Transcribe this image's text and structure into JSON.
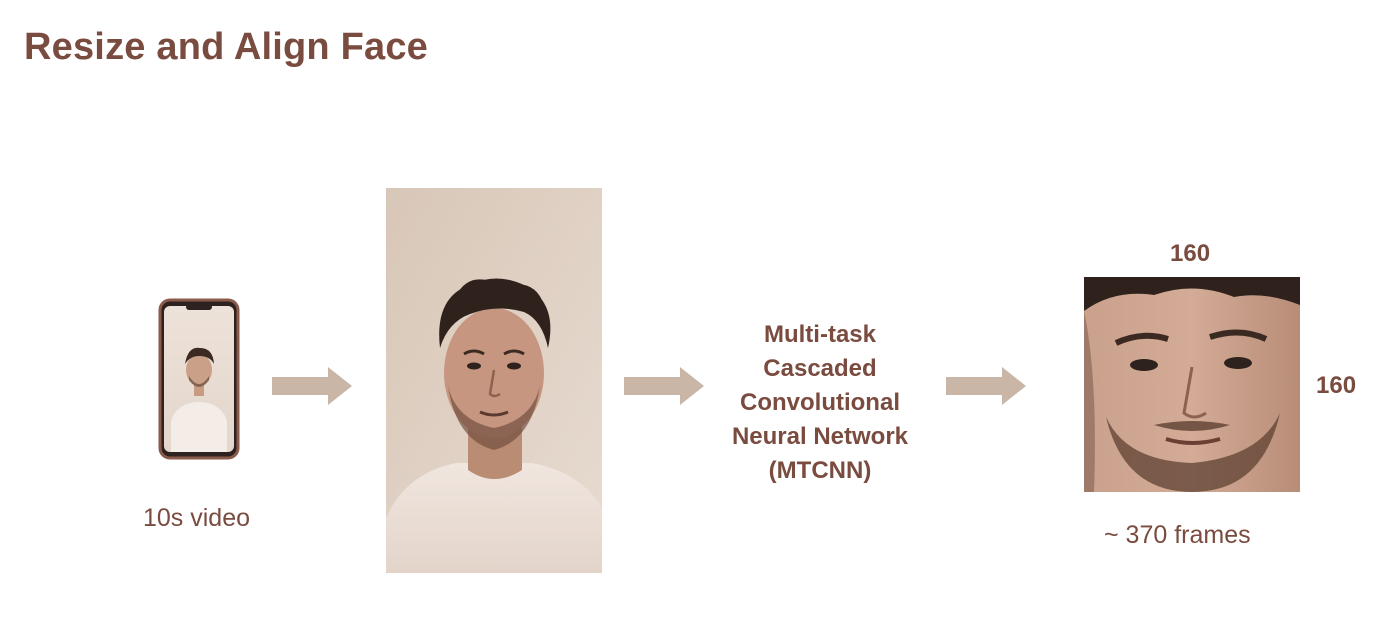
{
  "slide": {
    "title": "Resize and Align Face"
  },
  "phone": {
    "caption": "10s video"
  },
  "detector": {
    "lines": [
      "Multi-task",
      "Cascaded",
      "Convolutional",
      "Neural Network",
      "(MTCNN)"
    ]
  },
  "output": {
    "width_label": "160",
    "height_label": "160",
    "caption": "~ 370 frames"
  },
  "colors": {
    "text": "#7a4b3f",
    "arrow": "#c9b6a6",
    "phone_frame": "#8a5a4a"
  },
  "icons": [
    "smartphone-icon",
    "right-arrow-icon",
    "face-photo",
    "cropped-face-photo"
  ]
}
